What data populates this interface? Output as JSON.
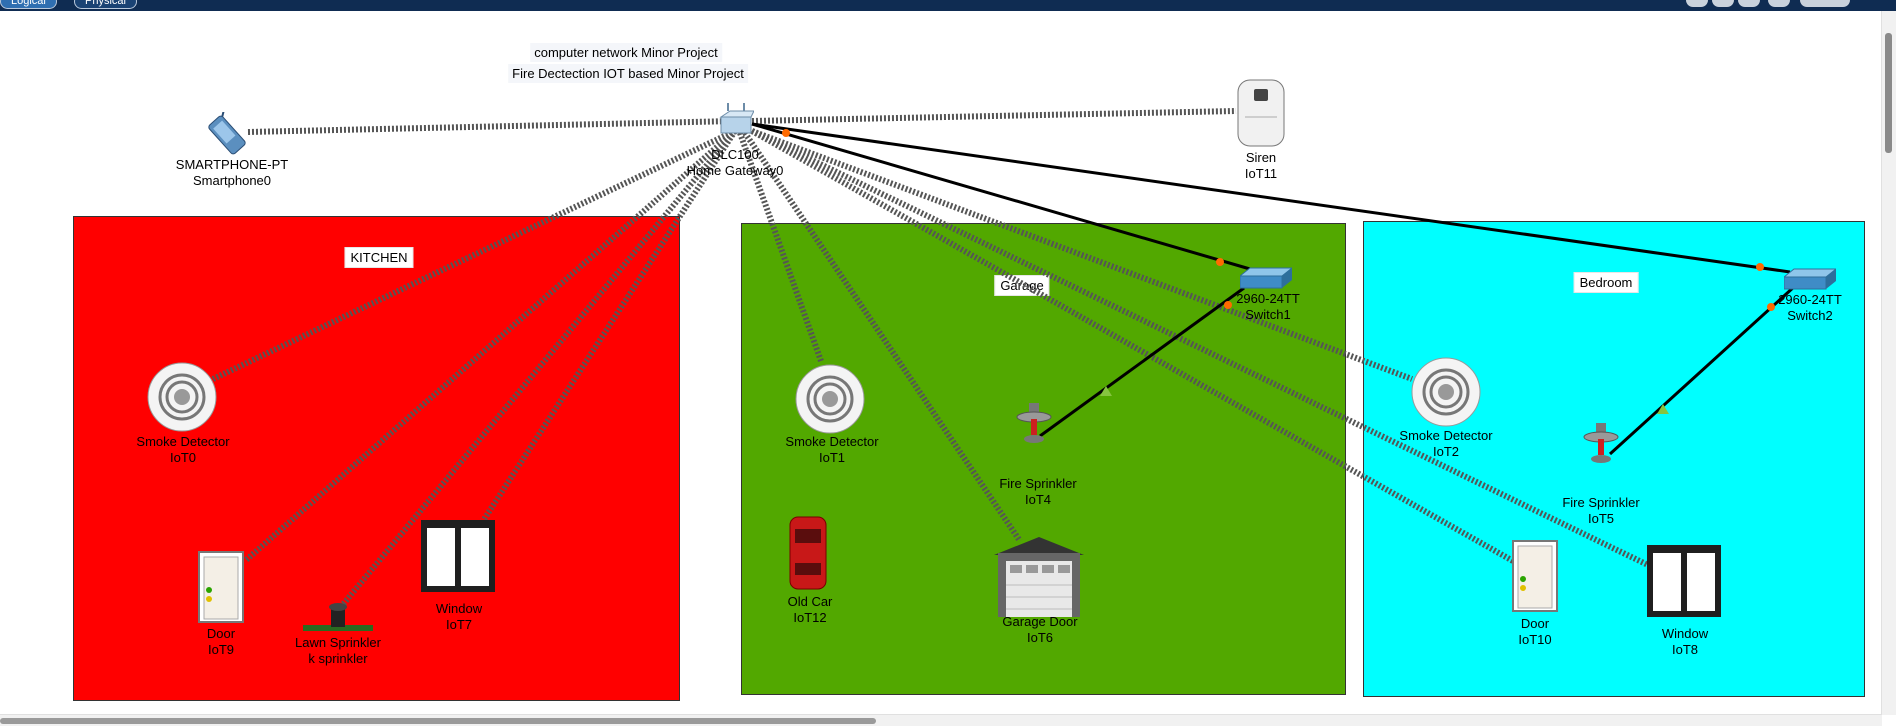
{
  "toolbar": {
    "logical_tab": "Logical",
    "physical_tab": "Physical"
  },
  "notes": {
    "line1": "computer network Minor Project",
    "line2": "Fire Dectection IOT based Minor Project"
  },
  "rooms": {
    "kitchen": {
      "label": "KITCHEN",
      "color": "#ff0000"
    },
    "garage": {
      "label": "Garage",
      "color": "#52a800"
    },
    "bedroom": {
      "label": "Bedroom",
      "color": "#00ffff"
    }
  },
  "devices": {
    "smartphone0": {
      "type": "SMARTPHONE-PT",
      "name": "Smartphone0",
      "icon": "smartphone-icon"
    },
    "gateway0": {
      "type": "DLC100",
      "name": "Home Gateway0",
      "icon": "home-gateway-icon"
    },
    "siren": {
      "type": "Siren",
      "name": "IoT11",
      "icon": "siren-icon"
    },
    "switch1": {
      "type": "2960-24TT",
      "name": "Switch1",
      "icon": "switch-icon"
    },
    "switch2": {
      "type": "2960-24TT",
      "name": "Switch2",
      "icon": "switch-icon"
    },
    "iot0": {
      "type": "Smoke Detector",
      "name": "IoT0",
      "icon": "smoke-detector-icon"
    },
    "iot9": {
      "type": "Door",
      "name": "IoT9",
      "icon": "door-icon"
    },
    "lawn": {
      "type": "Lawn Sprinkler",
      "name": "k sprinkler",
      "icon": "lawn-sprinkler-icon"
    },
    "iot7": {
      "type": "Window",
      "name": "IoT7",
      "icon": "window-icon"
    },
    "iot1": {
      "type": "Smoke Detector",
      "name": "IoT1",
      "icon": "smoke-detector-icon"
    },
    "iot4": {
      "type": "Fire Sprinkler",
      "name": "IoT4",
      "icon": "fire-sprinkler-icon"
    },
    "iot12": {
      "type": "Old Car",
      "name": "IoT12",
      "icon": "car-icon"
    },
    "iot6": {
      "type": "Garage Door",
      "name": "IoT6",
      "icon": "garage-door-icon"
    },
    "iot2": {
      "type": "Smoke Detector",
      "name": "IoT2",
      "icon": "smoke-detector-icon"
    },
    "iot5": {
      "type": "Fire Sprinkler",
      "name": "IoT5",
      "icon": "fire-sprinkler-icon"
    },
    "iot10": {
      "type": "Door",
      "name": "IoT10",
      "icon": "door-icon"
    },
    "iot8": {
      "type": "Window",
      "name": "IoT8",
      "icon": "window-icon"
    }
  },
  "colors": {
    "wired_link": "#000000",
    "wireless_link": "#555555",
    "link_down": "#ff6a00",
    "link_up": "#86c440"
  }
}
